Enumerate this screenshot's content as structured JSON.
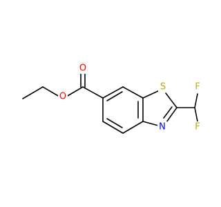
{
  "molecule": {
    "atoms": {
      "O_carbonyl": {
        "symbol": "O",
        "color": "#ff0000"
      },
      "O_ester": {
        "symbol": "O",
        "color": "#ff0000"
      },
      "S": {
        "symbol": "S",
        "color": "#b8a800"
      },
      "N": {
        "symbol": "N",
        "color": "#0000ff"
      },
      "F_top": {
        "symbol": "F",
        "color": "#b8b000"
      },
      "F_bottom": {
        "symbol": "F",
        "color": "#b8b000"
      }
    }
  }
}
